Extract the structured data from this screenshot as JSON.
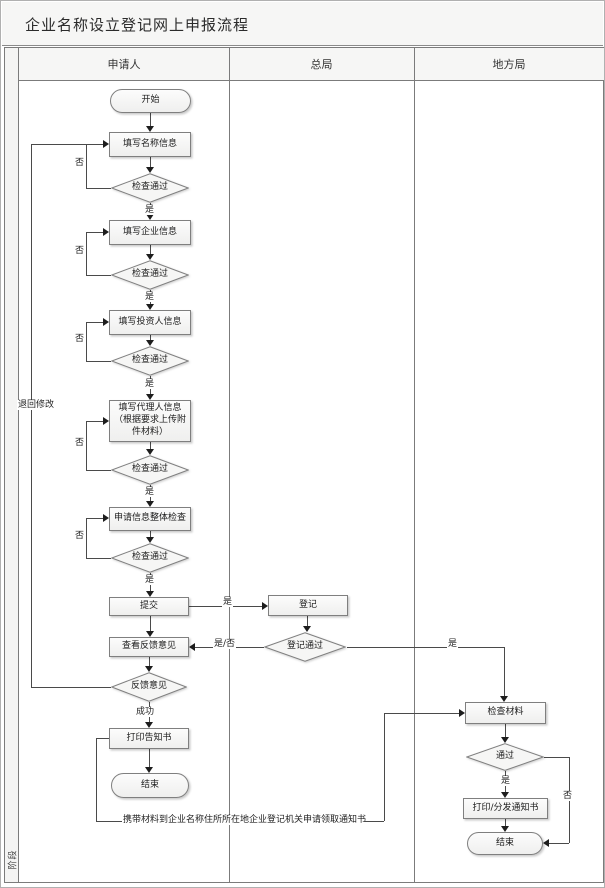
{
  "title": "企业名称设立登记网上申报流程",
  "stage_label": "阶段",
  "lanes": [
    {
      "label": "申请人"
    },
    {
      "label": "总局"
    },
    {
      "label": "地方局"
    }
  ],
  "nodes": {
    "start": "开始",
    "fill_name": "填写名称信息",
    "check_pass": "检查通过",
    "fill_company": "填写企业信息",
    "fill_investor": "填写投资人信息",
    "fill_agent": "填写代理人信息\n（根据要求上传附\n件材料）",
    "overall_check": "申请信息整体检查",
    "submit": "提交",
    "view_feedback": "查看反馈意见",
    "feedback": "反馈意见",
    "print_notice": "打印告知书",
    "end": "结束",
    "register": "登记",
    "register_pass": "登记通过",
    "check_materials": "检查材料",
    "pass": "通过",
    "print_distribute": "打印/分发通知书"
  },
  "edge_labels": {
    "yes": "是",
    "no": "否",
    "yes_no": "是/否",
    "success": "成功",
    "return_edit": "退回修改"
  },
  "note": "携带材料到企业名称住所所在地企业登记机关申请领取通知书",
  "colors": {
    "line": "#4a4a4a",
    "node_fill": "#f6f6f5",
    "node_border": "#7f7f7f",
    "band_bg": "#f6f6f5"
  }
}
